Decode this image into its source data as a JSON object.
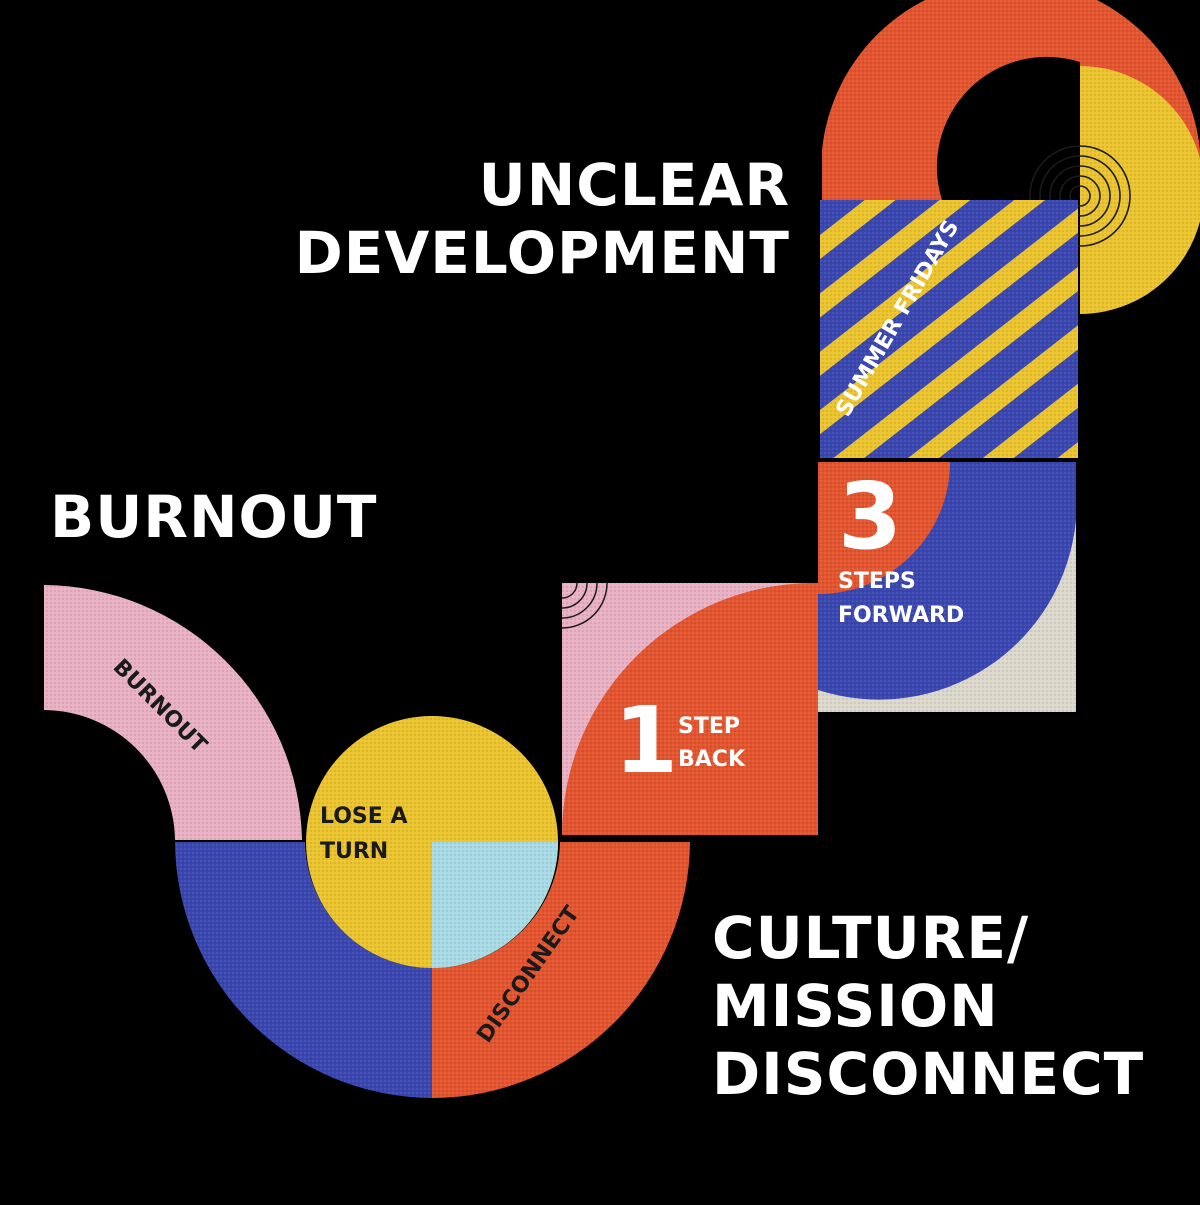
{
  "headlines": {
    "unclear_1": "UNCLEAR",
    "unclear_2": "DEVELOPMENT",
    "burnout": "BURNOUT",
    "culture_1": "CULTURE/",
    "culture_2": "MISSION",
    "culture_3": "DISCONNECT"
  },
  "tiles": {
    "burnout": "BURNOUT",
    "lose_turn_1": "LOSE A",
    "lose_turn_2": "TURN",
    "disconnect": "DISCONNECT",
    "step_back_num": "1",
    "step_back_1": "STEP",
    "step_back_2": "BACK",
    "steps_forward_num": "3",
    "steps_forward_1": "STEPS",
    "steps_forward_2": "FORWARD",
    "summer_fridays": "SUMMER FRIDAYS"
  },
  "colors": {
    "background": "#000000",
    "orange": "#e4552f",
    "blue": "#3b47b0",
    "yellow": "#ecc52e",
    "pink": "#e9b1c3",
    "light_blue": "#a9dbe6",
    "cream": "#dcd9cc"
  }
}
